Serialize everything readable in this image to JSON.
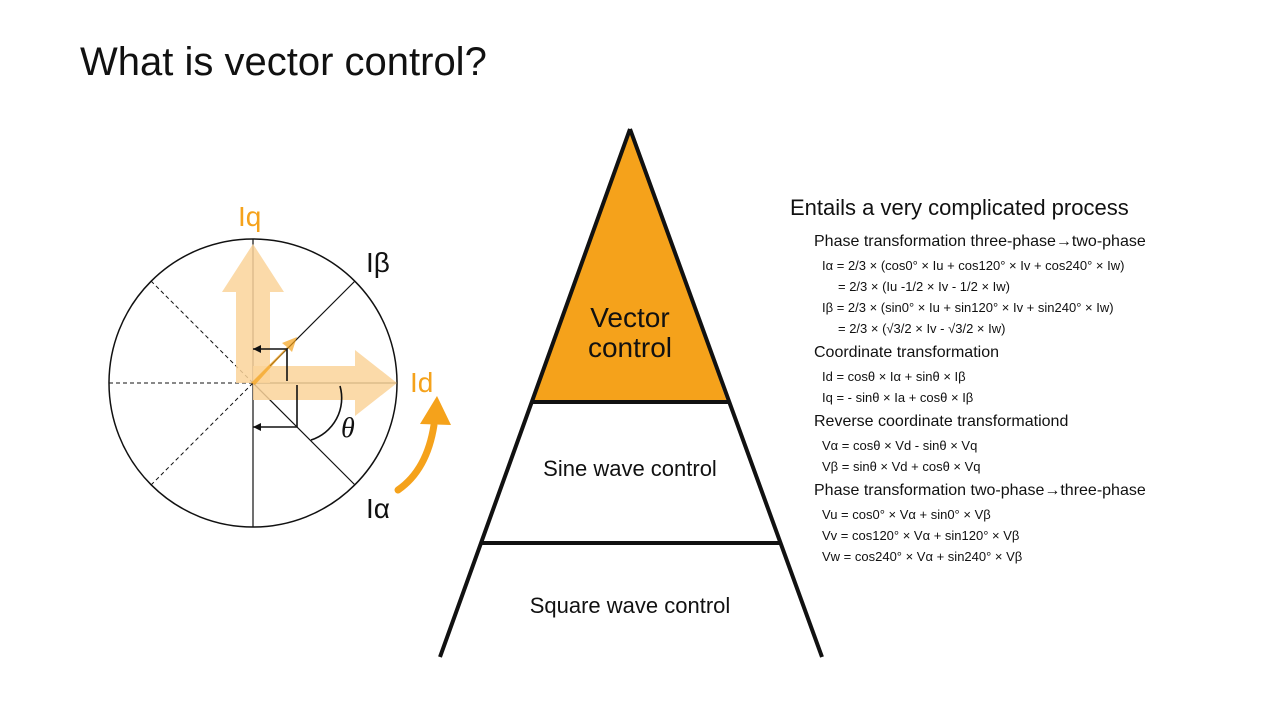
{
  "slide": {
    "title": "What is vector control?"
  },
  "colors": {
    "accent": "#F5A21B",
    "accent_light": "#FAD49A",
    "ink": "#111111"
  },
  "vector_diagram": {
    "label_iq": "Iq",
    "label_id": "Id",
    "label_ibeta": "Iβ",
    "label_ialpha": "Iα",
    "label_theta": "θ"
  },
  "pyramid": {
    "tiers": [
      {
        "label_line1": "Vector",
        "label_line2": "control"
      },
      {
        "label": "Sine wave control"
      },
      {
        "label": "Square wave control"
      }
    ]
  },
  "process": {
    "heading": "Entails a very complicated process",
    "sections": [
      {
        "title": "Phase transformation three-phase→two-phase",
        "formulas": [
          "Iα = 2/3 × (cos0° × Iu + cos120° × Iv + cos240° × Iw)",
          "= 2/3 × (Iu -1/2 × Iv - 1/2 × Iw)",
          "Iβ = 2/3 × (sin0° × Iu + sin120° × Iv + sin240° × Iw)",
          "= 2/3 × (√3/2 × Iv - √3/2 × Iw)"
        ]
      },
      {
        "title": "Coordinate transformation",
        "formulas": [
          "Id = cosθ × Iα + sinθ × Iβ",
          "Iq = - sinθ × Ia + cosθ × Iβ"
        ]
      },
      {
        "title": "Reverse coordinate transformationd",
        "formulas": [
          "Vα = cosθ × Vd - sinθ × Vq",
          "Vβ = sinθ × Vd + cosθ × Vq"
        ]
      },
      {
        "title": "Phase transformation two-phase→three-phase",
        "formulas": [
          "Vu = cos0° × Vα + sin0° × Vβ",
          "Vv = cos120° × Vα + sin120° × Vβ",
          "Vw = cos240° × Vα + sin240° × Vβ"
        ]
      }
    ]
  }
}
